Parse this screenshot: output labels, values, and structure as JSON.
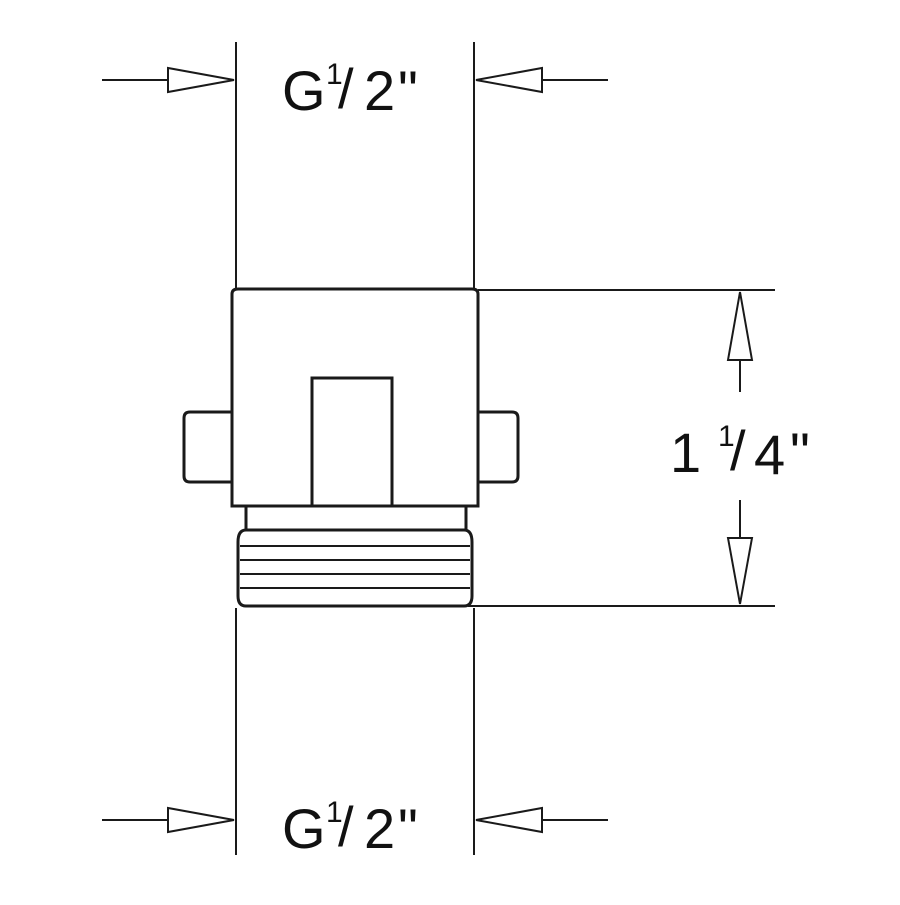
{
  "dimensions": {
    "top_width": {
      "letter": "G",
      "numerator": "1",
      "slash": "/",
      "denominator": "2",
      "inch_mark": "\""
    },
    "bottom_width": {
      "letter": "G",
      "numerator": "1",
      "slash": "/",
      "denominator": "2",
      "inch_mark": "\""
    },
    "height": {
      "whole": "1",
      "numerator": "1",
      "slash": "/",
      "denominator": "4",
      "inch_mark": "\""
    }
  },
  "colors": {
    "line": "#1a1a1a",
    "background": "#ffffff"
  }
}
